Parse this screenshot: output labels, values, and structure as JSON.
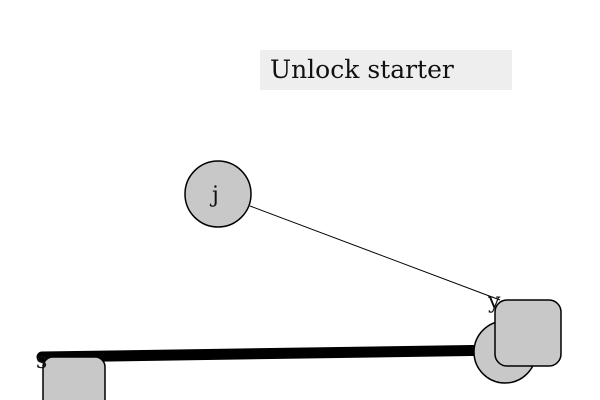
{
  "title": "Unlock starter",
  "nodes": {
    "j": {
      "label": "j"
    },
    "y": {
      "label": "y"
    },
    "s": {
      "label": "s"
    }
  },
  "colors": {
    "node_fill": "#c8c8c8",
    "node_stroke": "#000000",
    "title_bg": "#eeeeee"
  }
}
